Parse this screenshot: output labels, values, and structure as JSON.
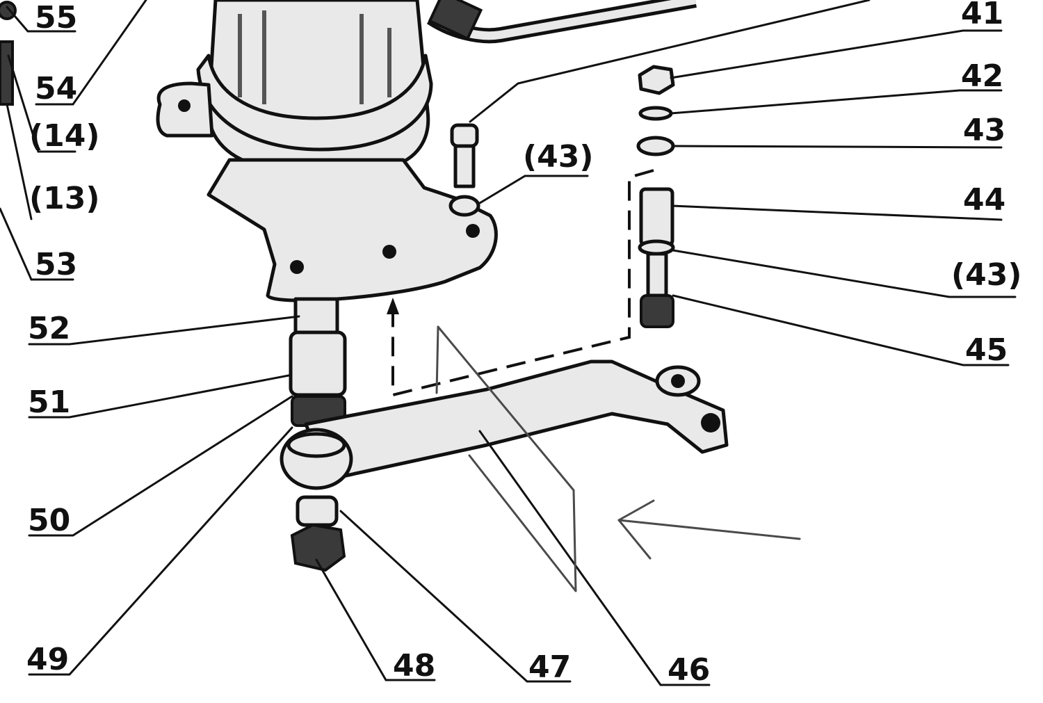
{
  "diagram": {
    "callouts": {
      "c55": "55",
      "c54": "54",
      "c14": "(14)",
      "c13": "(13)",
      "c53": "53",
      "c52": "52",
      "c51": "51",
      "c50": "50",
      "c49": "49",
      "c48": "48",
      "c47": "47",
      "c46": "46",
      "c45": "45",
      "c43b": "(43)",
      "c44": "44",
      "c43": "43",
      "c42": "42",
      "c41": "41",
      "c43a": "(43)"
    },
    "colors": {
      "ink": "#111111",
      "paper": "#ffffff",
      "annotation": "#4a4a4a"
    }
  }
}
